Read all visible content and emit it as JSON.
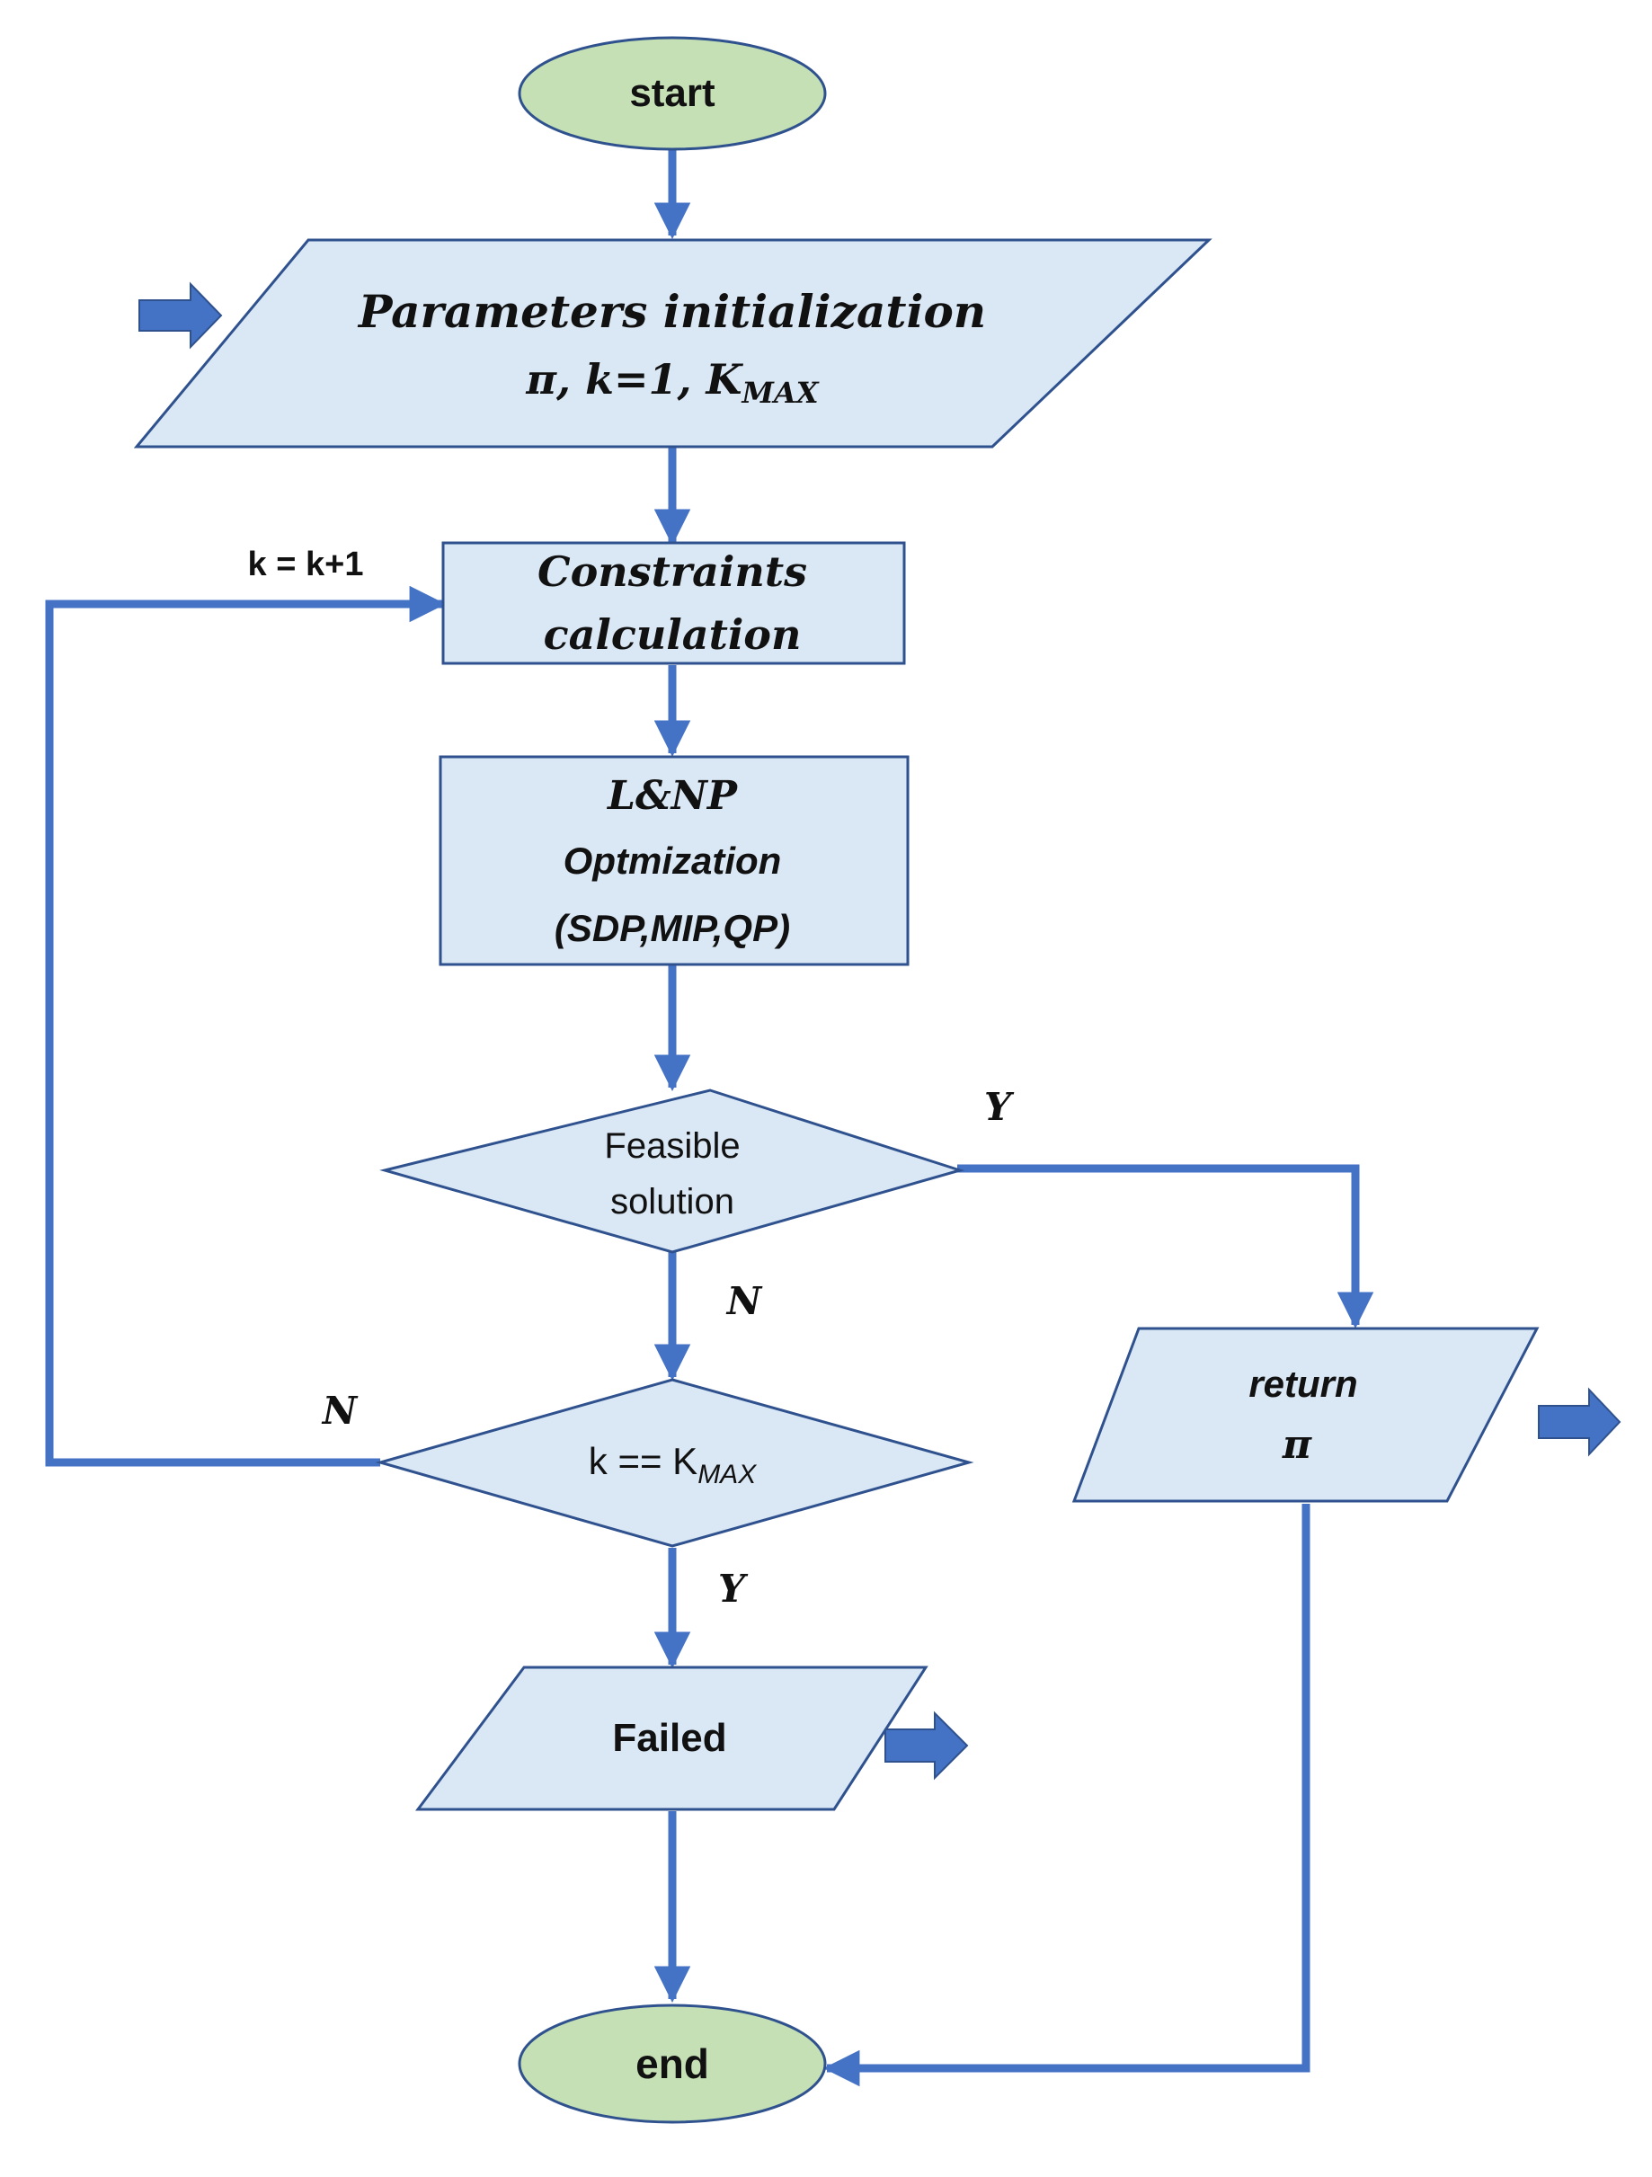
{
  "nodes": {
    "start": {
      "label": "start"
    },
    "init": {
      "title": "Parameters initialization",
      "line2": "π, k=1, K",
      "line2_sub": "MAX"
    },
    "constraints": {
      "line1": "Constraints",
      "line2": "calculation"
    },
    "optimization": {
      "line1": "L&NP",
      "line2": "Optmization",
      "line3": "(SDP,MIP,QP)"
    },
    "feasible": {
      "line1": "Feasible",
      "line2": "solution"
    },
    "kcheck": {
      "main": "k == K",
      "sub": "MAX"
    },
    "return": {
      "line1": "return",
      "line2": "π"
    },
    "failed": {
      "label": "Failed"
    },
    "end": {
      "label": "end"
    }
  },
  "edge_labels": {
    "loop": "k = k+1",
    "feasible_yes": "Y",
    "feasible_no": "N",
    "kcheck_no": "N",
    "kcheck_yes": "Y"
  },
  "colors": {
    "terminal_fill": "#c5e0b4",
    "process_fill": "#dae8f5",
    "line": "#4472c4",
    "outline": "#2f528f"
  }
}
